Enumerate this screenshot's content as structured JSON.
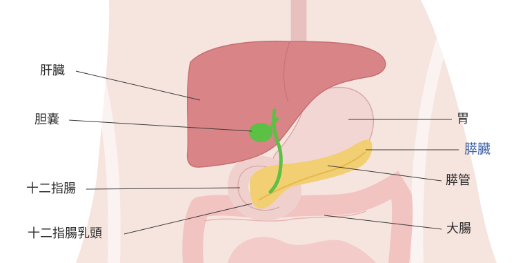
{
  "labels": {
    "liver": "肝臓",
    "gallbladder": "胆嚢",
    "duodenum": "十二指腸",
    "duodenal_papilla": "十二指腸乳頭",
    "stomach": "胃",
    "pancreas": "膵臓",
    "pancreatic_duct": "膵管",
    "large_intestine": "大腸"
  },
  "colors": {
    "body_skin": "#f6e4df",
    "liver": "#d98486",
    "stomach": "#f2d6d3",
    "pancreas": "#f2cf72",
    "gallbladder_bile_duct": "#5cc044",
    "intestine": "#f1c3c1",
    "label_text": "#2b2b2b",
    "highlight_label": "#3c62a8"
  }
}
